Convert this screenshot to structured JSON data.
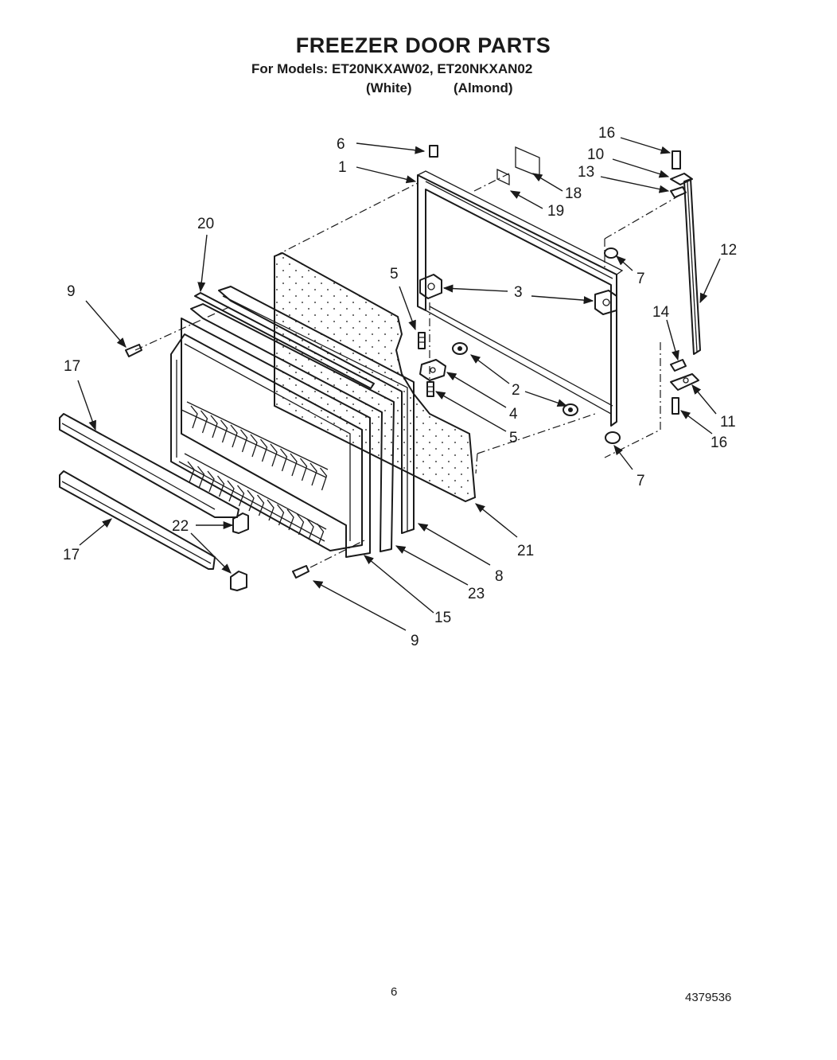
{
  "header": {
    "title": "FREEZER DOOR PARTS",
    "models_line": "For Models: ET20NKXAW02, ET20NKXAN02",
    "color_white": "(White)",
    "color_almond": "(Almond)"
  },
  "callouts": {
    "c6": "6",
    "c1": "1",
    "c16a": "16",
    "c10": "10",
    "c13": "13",
    "c18": "18",
    "c19": "19",
    "c20": "20",
    "c12": "12",
    "c7a": "7",
    "c9a": "9",
    "c5a": "5",
    "c3": "3",
    "c14": "14",
    "c17a": "17",
    "c2": "2",
    "c4": "4",
    "c11": "11",
    "c5b": "5",
    "c16b": "16",
    "c7b": "7",
    "c21": "21",
    "c22": "22",
    "c17b": "17",
    "c8": "8",
    "c23": "23",
    "c15": "15",
    "c9b": "9"
  },
  "footer": {
    "page_number": "6",
    "document_number": "4379536"
  }
}
